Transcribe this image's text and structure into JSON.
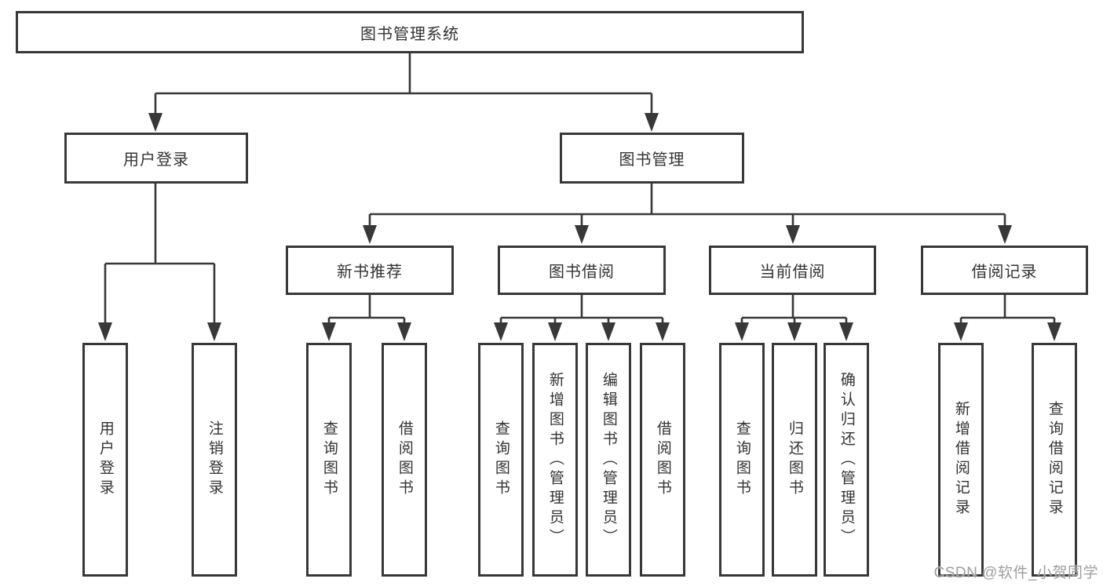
{
  "nodes": {
    "root": {
      "label": "图书管理系统"
    },
    "branches": [
      {
        "label": "用户登录"
      },
      {
        "label": "图书管理"
      }
    ],
    "modules": [
      {
        "label": "新书推荐"
      },
      {
        "label": "图书借阅"
      },
      {
        "label": "当前借阅"
      },
      {
        "label": "借阅记录"
      }
    ],
    "leaves": [
      {
        "label": "用户登录"
      },
      {
        "label": "注销登录"
      },
      {
        "label": "查询图书"
      },
      {
        "label": "借阅图书"
      },
      {
        "label": "查询图书"
      },
      {
        "label": "新增图书（管理员）"
      },
      {
        "label": "编辑图书（管理员）"
      },
      {
        "label": "借阅图书"
      },
      {
        "label": "查询图书"
      },
      {
        "label": "归还图书"
      },
      {
        "label": "确认归还（管理员）"
      },
      {
        "label": "新增借阅记录"
      },
      {
        "label": "查询借阅记录"
      }
    ]
  },
  "watermark": "CSDN @软件_小贺同学",
  "colors": {
    "line": "#383838",
    "text": "#333333",
    "watermark": "#9e9e9e",
    "background": "#ffffff"
  }
}
